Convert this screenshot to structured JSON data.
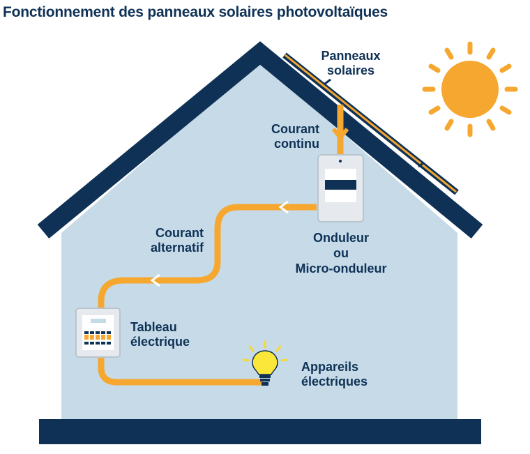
{
  "title": "Fonctionnement des panneaux solaires photovoltaïques",
  "labels": {
    "panels": [
      "Panneaux",
      "solaires"
    ],
    "dc_current": [
      "Courant",
      "continu"
    ],
    "inverter": [
      "Onduleur",
      "ou",
      "Micro-onduleur"
    ],
    "ac_current": [
      "Courant",
      "alternatif"
    ],
    "panel_board": [
      "Tableau",
      "électrique"
    ],
    "appliances": [
      "Appareils",
      "électriques"
    ]
  },
  "colors": {
    "navy": "#0f3156",
    "wall": "#c6dbe7",
    "cable": "#f6a72f",
    "sun": "#f6a72f",
    "device": "#e6eaee"
  },
  "icons": [
    "sun-icon",
    "solar-panel-icon",
    "inverter-icon",
    "electrical-panel-icon",
    "light-bulb-icon"
  ]
}
